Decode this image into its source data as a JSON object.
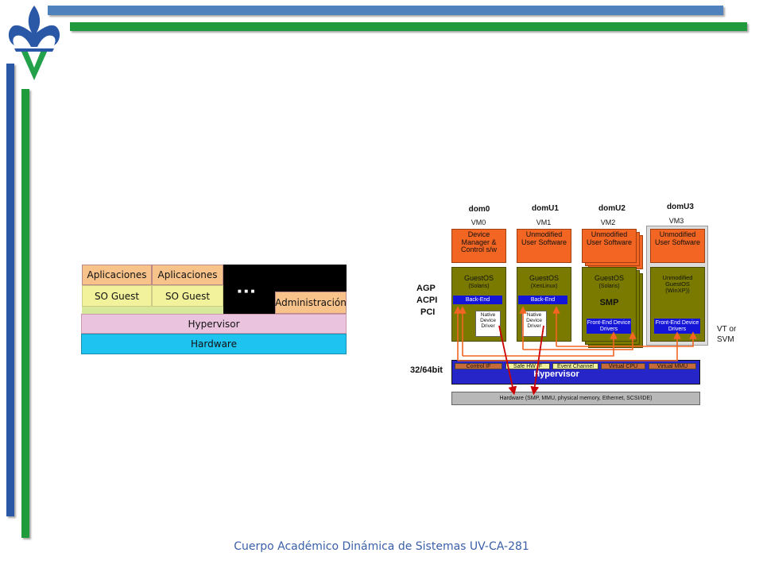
{
  "colors": {
    "blue_bar": "#4f81bd",
    "green_bar": "#1f9a3c",
    "logo_blue": "#2a58a6",
    "logo_green": "#23a04a",
    "orange": "#f26522",
    "olive": "#7a7a00",
    "vm_blue": "#1515d8",
    "hypervisor_blue": "#2525c8",
    "cyan": "#1fc3f0",
    "pink": "#eac4de",
    "yellow": "#f2f29c",
    "peach": "#f7c38b"
  },
  "logo": {
    "icon": "fleur-de-lis-v-logo-icon"
  },
  "left_diagram": {
    "apps_1": "Aplicaciones",
    "apps_2": "Aplicaciones",
    "guest_1": "SO Guest",
    "guest_2": "SO Guest",
    "dots": "■ ■ ■",
    "admin": "Administración",
    "hypervisor": "Hypervisor",
    "hardware": "Hardware"
  },
  "right_diagram": {
    "side_labels": {
      "agp": "AGP",
      "acpi": "ACPI",
      "pci": "PCI",
      "bits": "32/64bit",
      "vt": "VT or",
      "svm": "SVM"
    },
    "dom0": {
      "dom": "dom0",
      "vm": "VM0",
      "app": "Device Manager & Control s/w",
      "os": "GuestOS",
      "os_sub": "(Solaris)",
      "backend": "Back-End",
      "native": "Native Device Driver"
    },
    "domU1": {
      "dom": "domU1",
      "vm": "VM1",
      "app": "Unmodified User Software",
      "os": "GuestOS",
      "os_sub": "(XenLinux)",
      "backend": "Back-End",
      "native": "Native Device Driver"
    },
    "domU2": {
      "dom": "domU2",
      "vm": "VM2",
      "app": "Unmodified User Software",
      "os": "GuestOS",
      "os_sub": "(Solaris)",
      "smp": "SMP",
      "frontend": "Front-End Device Drivers"
    },
    "domU3": {
      "dom": "domU3",
      "vm": "VM3",
      "app": "Unmodified User Software",
      "os": "Unmodified GuestOS (WinXP))",
      "frontend": "Front-End Device Drivers"
    },
    "hypervisor_cells": {
      "control": "Control IF",
      "safe": "Safe HW IF",
      "event": "Event Channel",
      "vcpu": "Virtual CPU",
      "vmmu": "Virtual MMU"
    },
    "hypervisor": "Hypervisor",
    "hardware": "Hardware (SMP, MMU, physical memory, Ethernet, SCSI/IDE)"
  },
  "footer": {
    "text": "Cuerpo Académico Dinámica de Sistemas UV-CA-281"
  }
}
